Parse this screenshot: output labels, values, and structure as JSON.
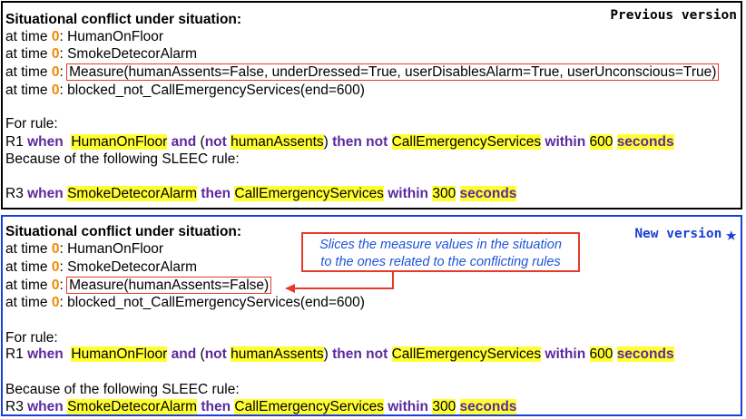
{
  "previous": {
    "version_label": "Previous version",
    "heading": "Situational conflict under situation:",
    "at_time": "at time ",
    "time_value": "0",
    "colon": ": ",
    "events": [
      "HumanOnFloor",
      "SmokeDetecorAlarm"
    ],
    "measure": "Measure(humanAssents=False, underDressed=True, userDisablesAlarm=True, userUnconscious=True)",
    "blocked": "blocked_not_CallEmergencyServices(end=600)",
    "for_rule": "For rule:",
    "because": "Because of the following SLEEC rule:"
  },
  "new": {
    "version_label": "New version",
    "star": "★",
    "heading": "Situational conflict under situation:",
    "at_time": "at time ",
    "time_value": "0",
    "colon": ": ",
    "events": [
      "HumanOnFloor",
      "SmokeDetecorAlarm"
    ],
    "measure": "Measure(humanAssents=False)",
    "blocked": "blocked_not_CallEmergencyServices(end=600)",
    "for_rule": "For rule:",
    "because": "Because of the following SLEEC rule:",
    "callout": [
      "Slices the measure values in the situation",
      "to the ones related to the conflicting rules"
    ]
  },
  "rule_r1": {
    "id": "R1 ",
    "when": "when",
    "event": "HumanOnFloor",
    "and": "and",
    "open": " (",
    "not": "not",
    "measure": "humanAssents",
    "close": ") ",
    "then": "then",
    "not2": "not",
    "action": "CallEmergencyServices",
    "within": "within",
    "amount": "600",
    "unit": "seconds"
  },
  "rule_r3": {
    "id": "R3 ",
    "when": "when",
    "event": "SmokeDetecorAlarm",
    "then": "then",
    "action": "CallEmergencyServices",
    "within": "within",
    "amount": "300",
    "unit": "seconds"
  },
  "colors": {
    "keyword": "#5b2a9c",
    "time": "#f08a00",
    "highlight": "#ffff33",
    "callout_border": "#e53b2b",
    "callout_text": "#1f52d9",
    "new_border": "#1a3fd6"
  }
}
